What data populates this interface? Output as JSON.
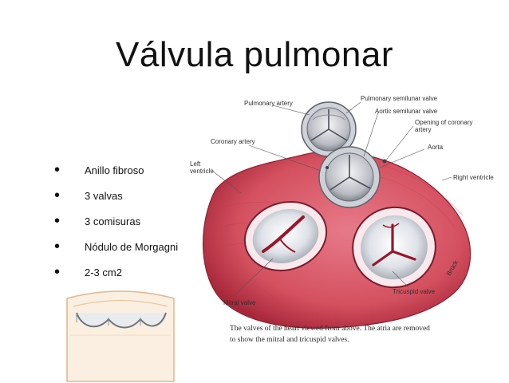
{
  "slide": {
    "title": "Válvula pulmonar"
  },
  "bullets": [
    {
      "text": "Anillo fibroso"
    },
    {
      "text": "3 valvas"
    },
    {
      "text": "3 comisuras"
    },
    {
      "text": "Nódulo de Morgagni"
    },
    {
      "text": "2-3 cm2"
    }
  ],
  "illustration": {
    "labels": {
      "pulmonary_artery": "Pulmonary artery",
      "pulmonary_semilunar_valve": "Pulmonary semilunar valve",
      "aortic_semilunar_valve": "Aortic semilunar valve",
      "opening_coronary_line1": "Opening of coronary",
      "opening_coronary_line2": "artery",
      "coronary_artery": "Coronary artery",
      "aorta": "Aorta",
      "left_ventricle_line1": "Left",
      "left_ventricle_line2": "ventricle",
      "right_ventricle": "Right ventricle",
      "mitral_valve": "Mitral valve",
      "tricuspid_valve": "Tricuspid valve",
      "signature": "Brück"
    },
    "caption_line1": "The valves of the heart viewed from above. The atria are removed",
    "caption_line2": "to show the mitral and tricuspid valves."
  },
  "colors": {
    "muscle": "#d9566a",
    "muscle_dark": "#b23347",
    "valve_tissue": "#e7e9ee",
    "background": "#ffffff"
  }
}
